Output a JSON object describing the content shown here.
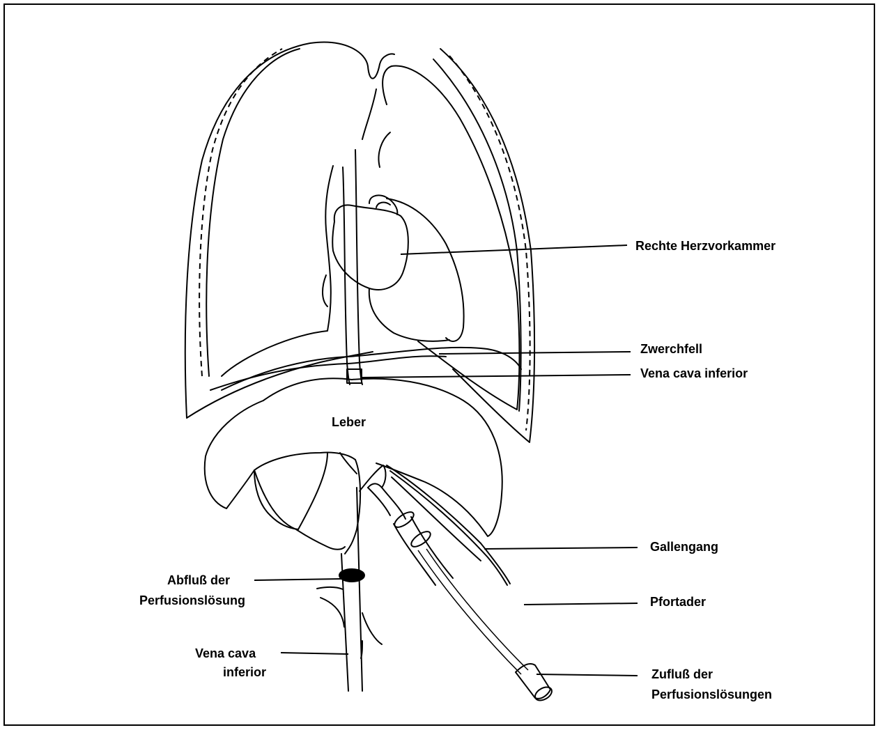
{
  "labels": {
    "right_atrium": "Rechte Herzvorkammer",
    "diaphragm": "Zwerchfell",
    "vena_cava_upper": "Vena cava inferior",
    "liver": "Leber",
    "bile_duct": "Gallengang",
    "outflow_line1": "Abfluß der",
    "outflow_line2": "Perfusionslösung",
    "portal_vein": "Pfortader",
    "vena_cava_lower_line1": "Vena cava",
    "vena_cava_lower_line2": "inferior",
    "inflow_line1": "Zufluß der",
    "inflow_line2": "Perfusionslösungen"
  }
}
